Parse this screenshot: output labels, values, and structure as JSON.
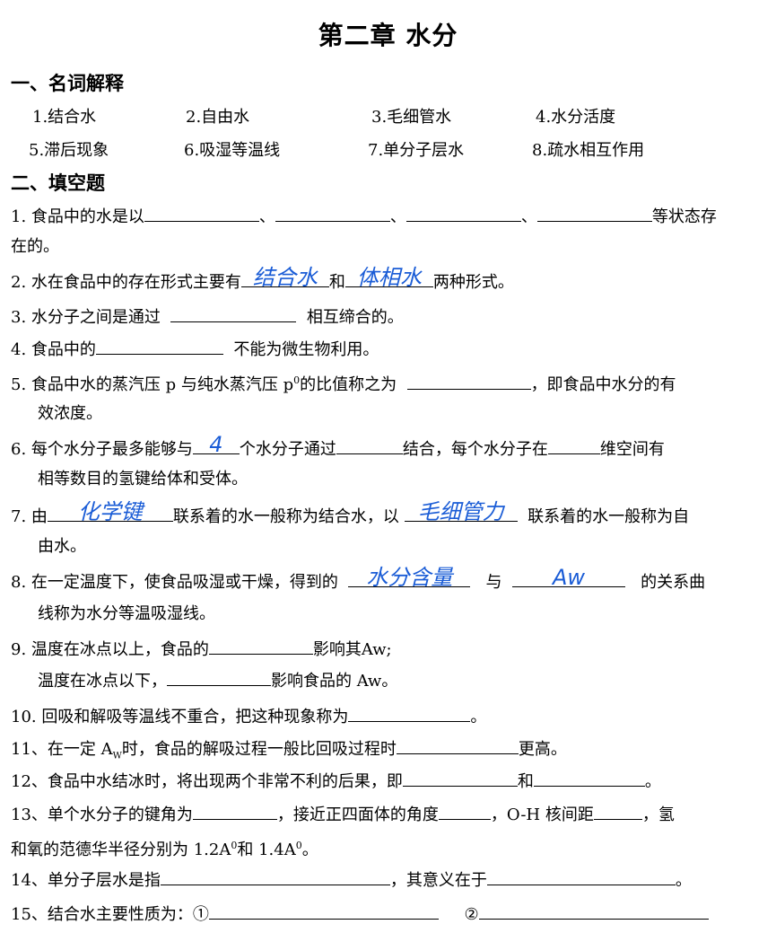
{
  "title": "第二章 水分",
  "section1": {
    "heading": "一、名词解释",
    "terms": [
      "1.结合水",
      "2.自由水",
      "3.毛细管水",
      "4.水分活度",
      "5.滞后现象",
      "6.吸湿等温线",
      "7.单分子层水",
      "8.疏水相互作用"
    ]
  },
  "section2": {
    "heading": "二、填空题",
    "q1": {
      "a": "1. 食品中的水是以",
      "sep1": "、",
      "sep2": "、",
      "sep3": "、",
      "b": "等状态存",
      "c": "在的。"
    },
    "q2": {
      "a": "2. 水在食品中的存在形式主要有",
      "ans1": "结合水",
      "b": "和",
      "ans2": "体相水",
      "c": "两种形式。"
    },
    "q3": {
      "a": "3. 水分子之间是通过",
      "b": "相互缔合的。"
    },
    "q4": {
      "a": "4. 食品中的",
      "b": "不能为微生物利用。"
    },
    "q5": {
      "a": "5. 食品中水的蒸汽压 p 与纯水蒸汽压 p",
      "sup": "0",
      "b": "的比值称之为",
      "c": "，即食品中水分的有",
      "d": "效浓度。"
    },
    "q6": {
      "a": "6. 每个水分子最多能够与",
      "ans1": "4",
      "b": "个水分子通过",
      "c": "结合，每个水分子在",
      "d": "维空间有",
      "e": "相等数目的氢键给体和受体。"
    },
    "q7": {
      "a": "7. 由",
      "ans1": "化学键",
      "b": "联系着的水一般称为结合水，以",
      "ans2": "毛细管力",
      "c": "联系着的水一般称为自",
      "d": "由水。"
    },
    "q8": {
      "a": "8. 在一定温度下，使食品吸湿或干燥，得到的",
      "ans1": "水分含量",
      "b": "与",
      "ans2": "Aw",
      "c": "的关系曲",
      "d": "线称为水分等温吸湿线。"
    },
    "q9": {
      "a": "9.  温度在冰点以上，食品的",
      "b": "影响其Aw;",
      "c": "温度在冰点以下，",
      "d": "影响食品的 Aw。"
    },
    "q10": {
      "a": "10.  回吸和解吸等温线不重合，把这种现象称为",
      "b": "。"
    },
    "q11": {
      "a": "11、在一定 A",
      "sub": "W",
      "b": "时，食品的解吸过程一般比回吸过程时",
      "c": "更高。"
    },
    "q12": {
      "a": "12、食品中水结冰时，将出现两个非常不利的后果，即",
      "b": "和",
      "c": "。"
    },
    "q13": {
      "a": "13、单个水分子的键角为",
      "b": "，接近正四面体的角度",
      "c": "，O-H 核间距",
      "d": "，氢",
      "e": "和氧的范德华半径分别为 1.2A",
      "sup1": "0",
      "f": "和 1.4A",
      "sup2": "0",
      "g": "。"
    },
    "q14": {
      "a": "14、单分子层水是指",
      "b": "，其意义在于",
      "c": "。"
    },
    "q15": {
      "a": "15、结合水主要性质为：①",
      "b": "②"
    }
  }
}
